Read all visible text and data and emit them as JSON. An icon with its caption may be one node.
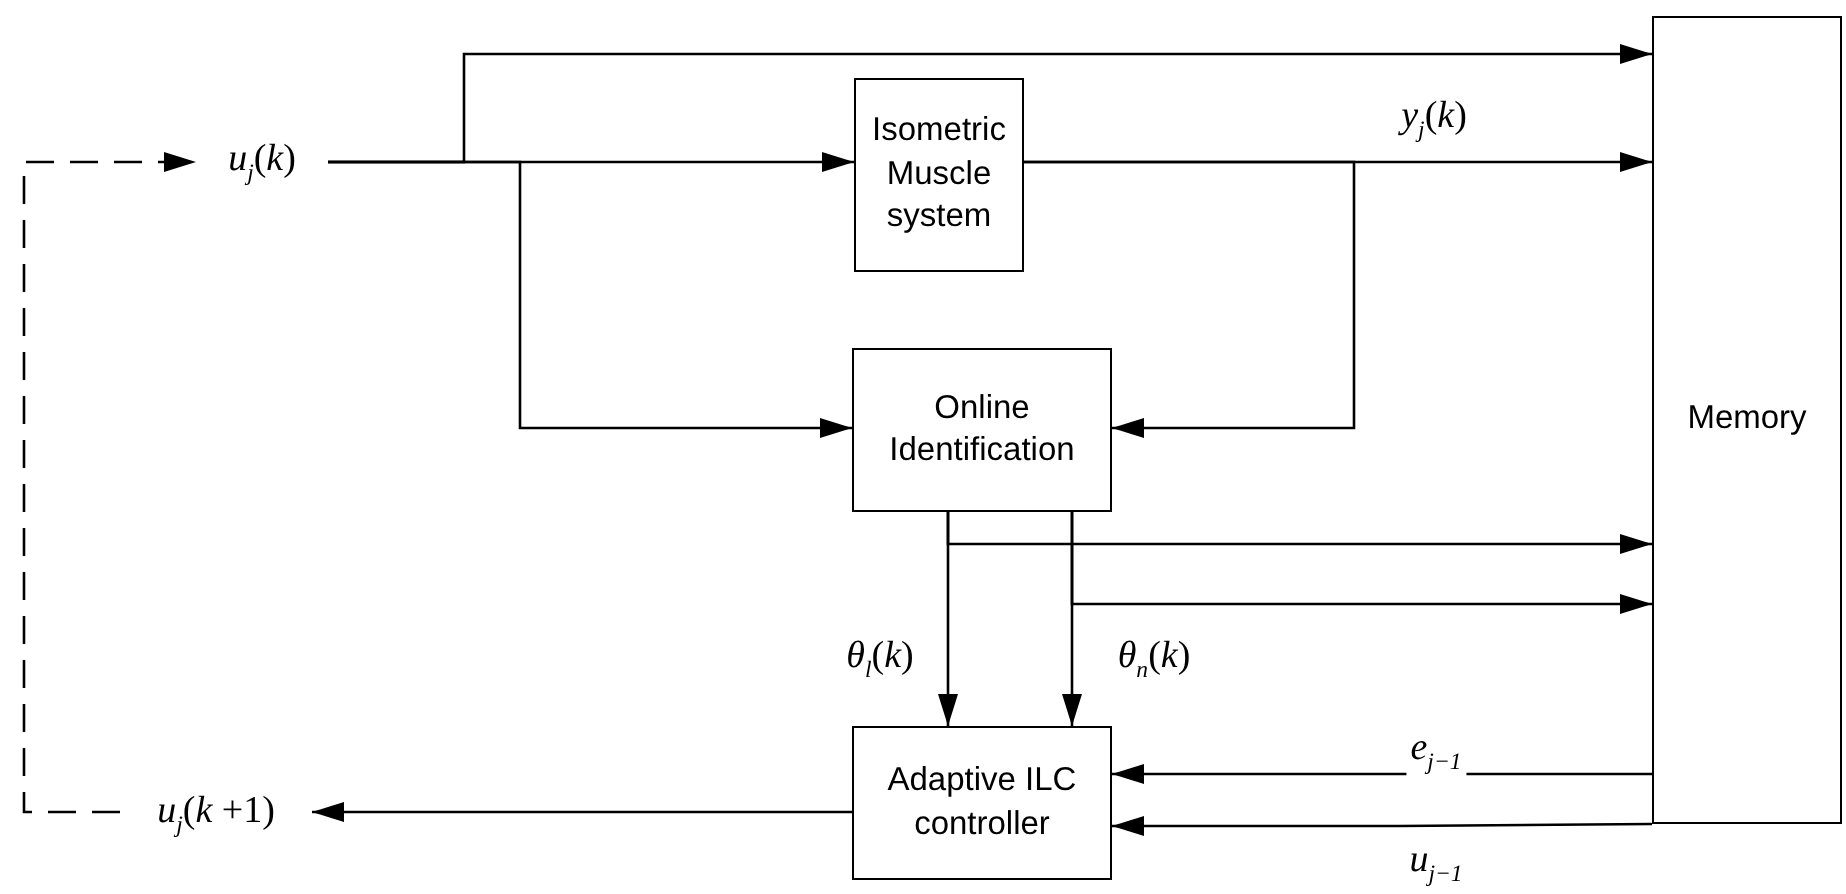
{
  "diagram": {
    "nodes": [
      {
        "text": [
          "*u*$_{j}$(*k*)"
        ]
      },
      {
        "text": [
          "Isometric Muscle system"
        ]
      },
      {
        "text": [
          "Online Identification"
        ]
      },
      {
        "text": [
          "Memory"
        ]
      },
      {
        "text": [
          "Adaptive ILC controller"
        ]
      },
      {
        "text": [
          "*u*$_{j}$(*k* +1)"
        ]
      }
    ],
    "edges": [
      {
        "from": 5,
        "to": 0,
        "arrow": "to",
        "style": "dashed"
      },
      {
        "from": 0,
        "to": 3,
        "arrow": "to"
      },
      {
        "from": 0,
        "to": 1,
        "arrow": "to"
      },
      {
        "from": 0,
        "to": 2,
        "arrow": "to"
      },
      {
        "from": 1,
        "to": 3,
        "arrow": "to",
        "label": "*y*$_{j}$(*k*)"
      },
      {
        "from": 1,
        "to": 2,
        "arrow": "to"
      },
      {
        "from": 2,
        "to": 4,
        "arrow": "to",
        "label": "*θ*$_{l}$(*k*)"
      },
      {
        "from": 2,
        "to": 4,
        "arrow": "to",
        "label": "*θ*$_{n}$(*k*)"
      },
      {
        "from": 2,
        "to": 3,
        "arrow": "to"
      },
      {
        "from": 2,
        "to": 3,
        "arrow": "to"
      },
      {
        "from": 3,
        "to": 4,
        "arrow": "to",
        "label": "*e*$_{j−1}$"
      },
      {
        "from": 3,
        "to": 4,
        "arrow": "to",
        "label": "*u*$_{j−1}$"
      },
      {
        "from": 4,
        "to": 5,
        "arrow": "to"
      }
    ]
  }
}
